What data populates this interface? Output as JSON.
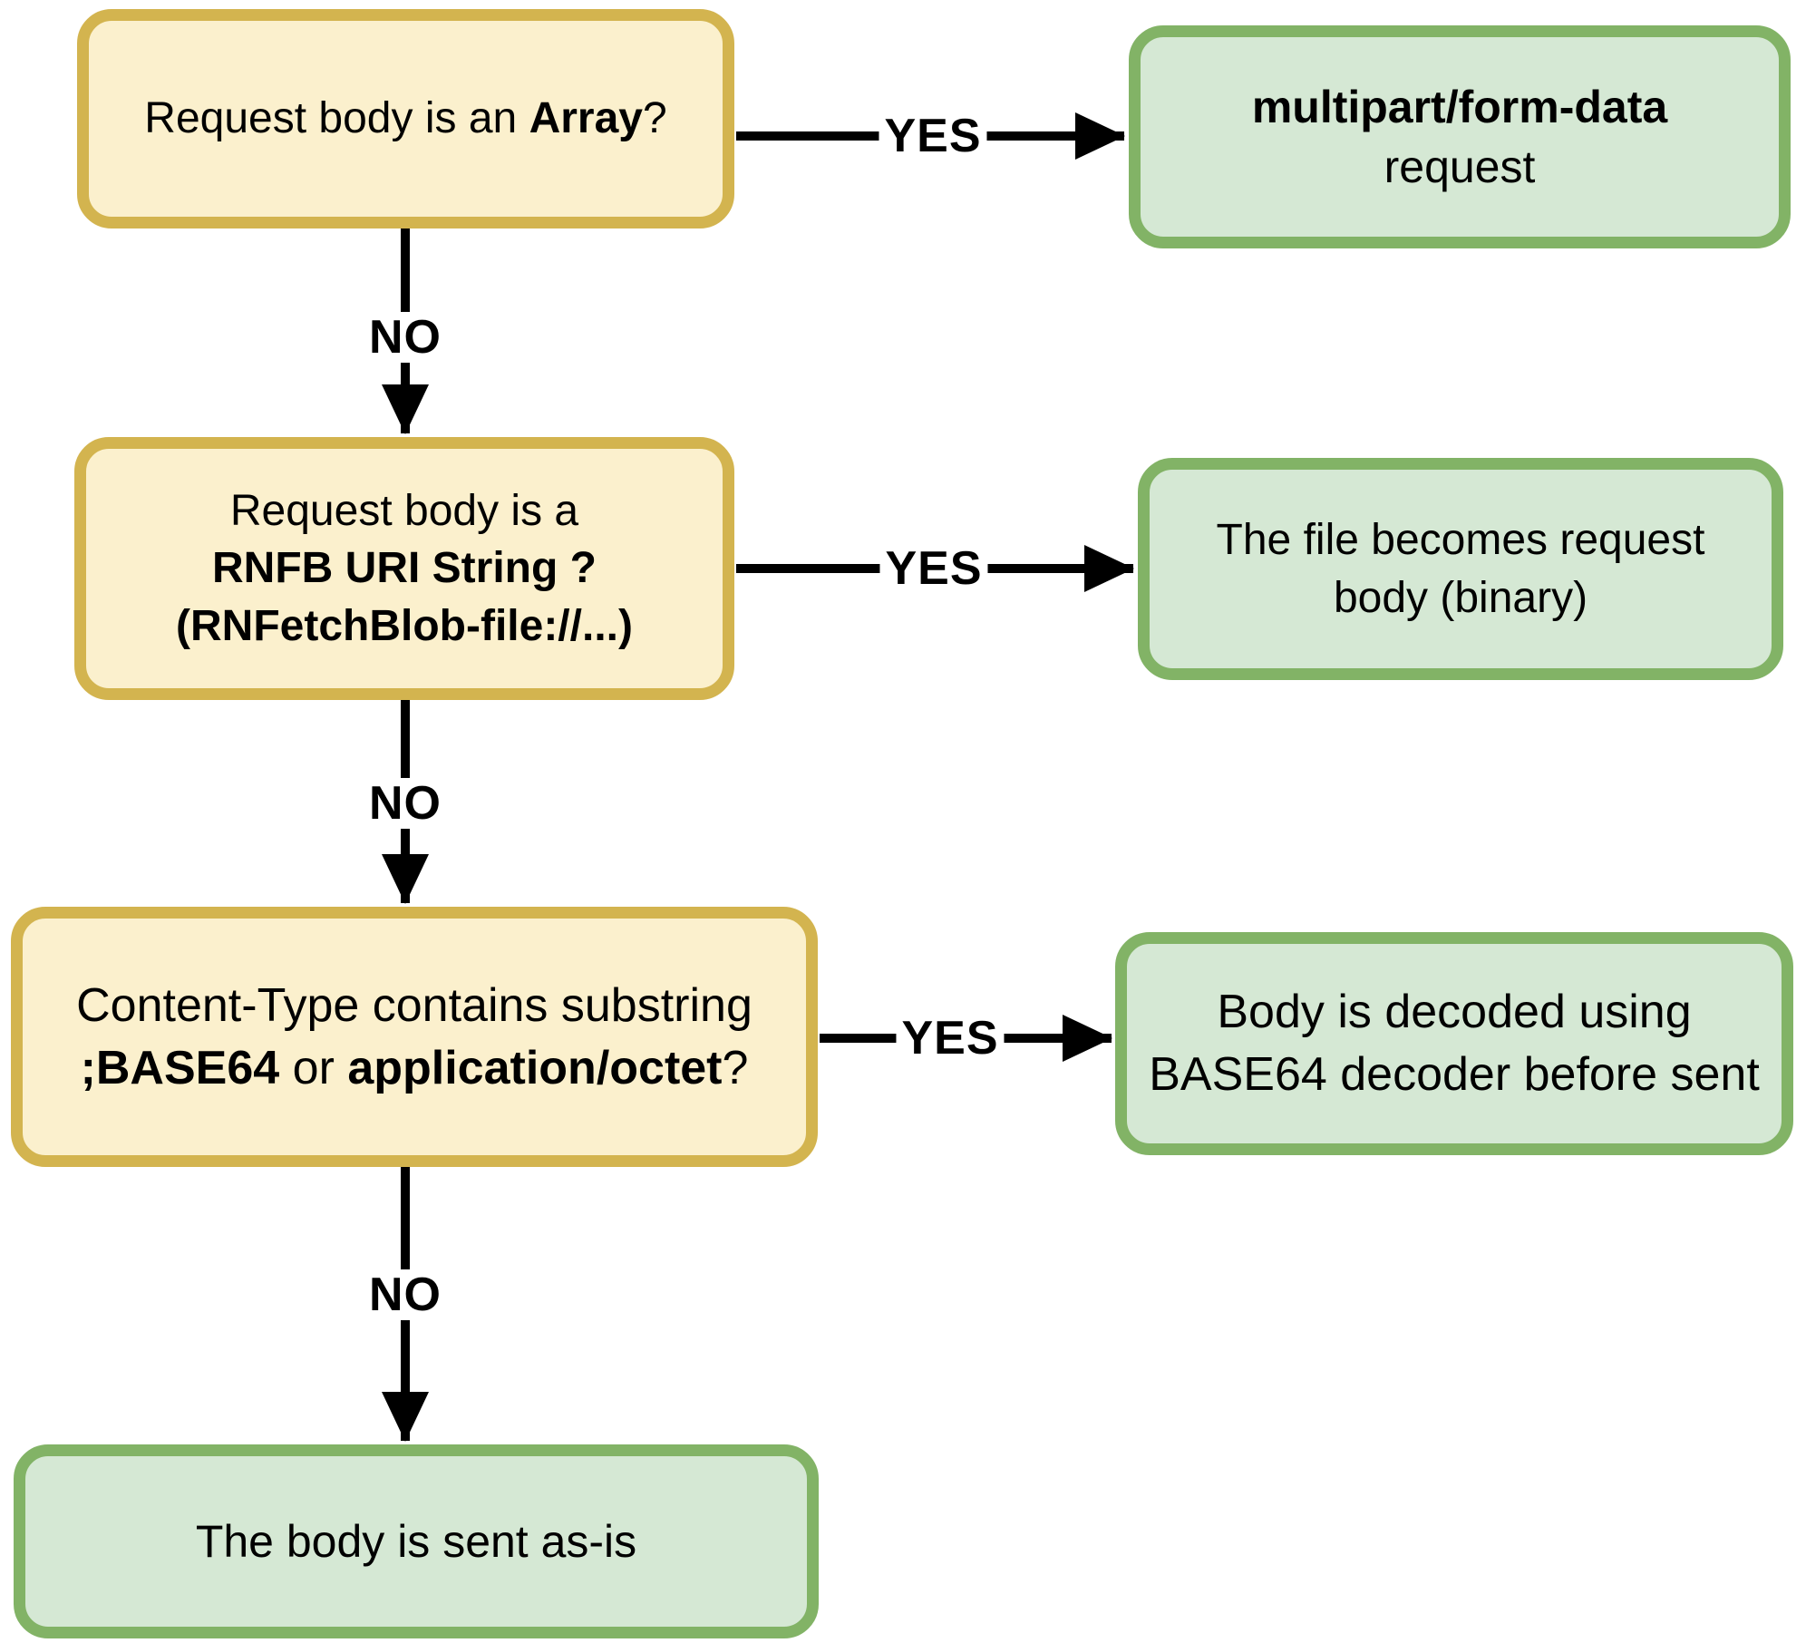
{
  "palette": {
    "background": "#FFFFFF",
    "text_color": "#000000",
    "arrow_color": "#000000",
    "question_fill": "#FBF0CD",
    "question_border": "#D3B44F",
    "result_fill": "#D5E8D4",
    "result_border": "#82B366"
  },
  "nodes": {
    "q_array": {
      "line1_pre": "Request body is an ",
      "line1_bold": "Array",
      "line1_post": "?"
    },
    "r_multipart": {
      "line1": "multipart/form-data",
      "line2": "request"
    },
    "q_rnfb": {
      "line1": "Request body is a",
      "line2": "RNFB URI String ?",
      "line3": "(RNFetchBlob-file://...)"
    },
    "r_file": {
      "line1": "The file becomes request",
      "line2": "body (binary)"
    },
    "q_base64": {
      "line1": "Content-Type contains substring",
      "line2_bold1": ";BASE64",
      "line2_mid": " or ",
      "line2_bold2": "application/octet",
      "line2_post": "?"
    },
    "r_decode": {
      "line1": "Body is decoded using",
      "line2": "BASE64 decoder before sent"
    },
    "r_asis": {
      "line1": "The body is sent as-is"
    }
  },
  "edges": {
    "yes_1": "YES",
    "no_1": "NO",
    "yes_2": "YES",
    "no_2": "NO",
    "yes_3": "YES",
    "no_3": "NO"
  }
}
